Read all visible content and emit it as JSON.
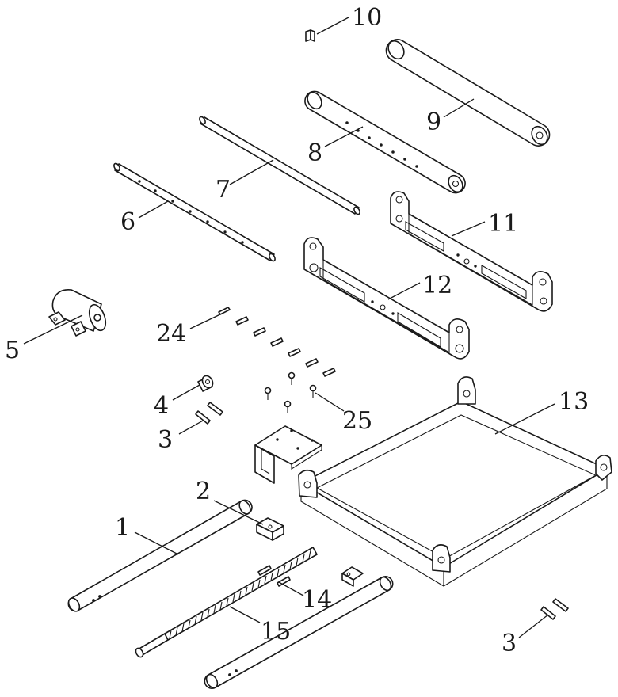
{
  "labels": {
    "l1": "1",
    "l2": "2",
    "l3a": "3",
    "l3b": "3",
    "l4": "4",
    "l5": "5",
    "l6": "6",
    "l7": "7",
    "l8": "8",
    "l9": "9",
    "l10": "10",
    "l11": "11",
    "l12": "12",
    "l13": "13",
    "l14": "14",
    "l15": "15",
    "l24": "24",
    "l25": "25"
  },
  "colors": {
    "line": "#1a1a1a",
    "background": "#ffffff"
  }
}
